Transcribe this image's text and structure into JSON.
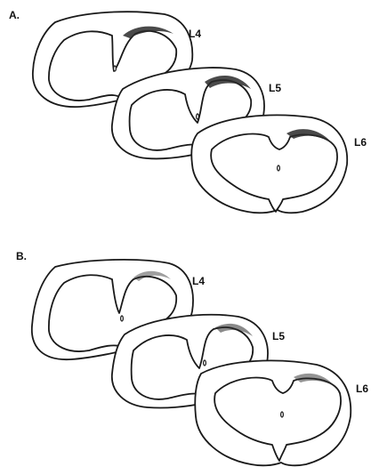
{
  "panels": [
    {
      "label": "A.",
      "segments": [
        {
          "label": "L4"
        },
        {
          "label": "L5"
        },
        {
          "label": "L6"
        }
      ]
    },
    {
      "label": "B.",
      "segments": [
        {
          "label": "L4"
        },
        {
          "label": "L5"
        },
        {
          "label": "L6"
        }
      ]
    }
  ],
  "stipple_color": "#2a2a2a",
  "line_color": "#1a1a1a"
}
